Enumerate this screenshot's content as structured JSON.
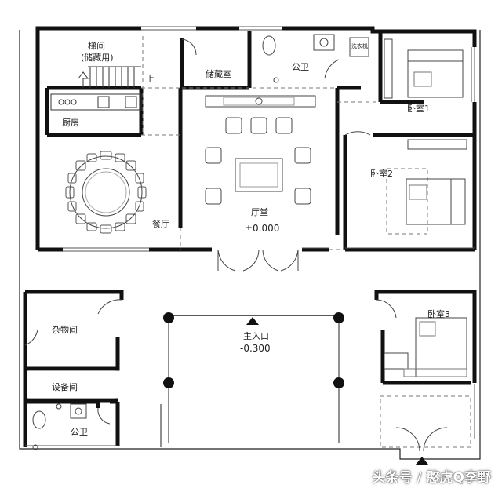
{
  "rooms": {
    "stair": "梯间",
    "stair_note": "(储藏用)",
    "up": "上",
    "storage": "储藏室",
    "wc_top": "公卫",
    "washer": "洗衣机",
    "kitchen": "厨房",
    "dining": "餐厅",
    "hall": "厅堂",
    "bed1": "卧室1",
    "bed2": "卧室2",
    "bed3": "卧室3",
    "sundry": "杂物间",
    "equipment": "设备间",
    "wc_bottom": "公卫",
    "entrance": "主入口"
  },
  "levels": {
    "hall_level": "±0.000",
    "court_level": "-0.300"
  },
  "watermark": "头条号 / 憨虎Q李野",
  "colors": {
    "wall": "#111111",
    "line": "#333333",
    "thin": "#777777"
  }
}
